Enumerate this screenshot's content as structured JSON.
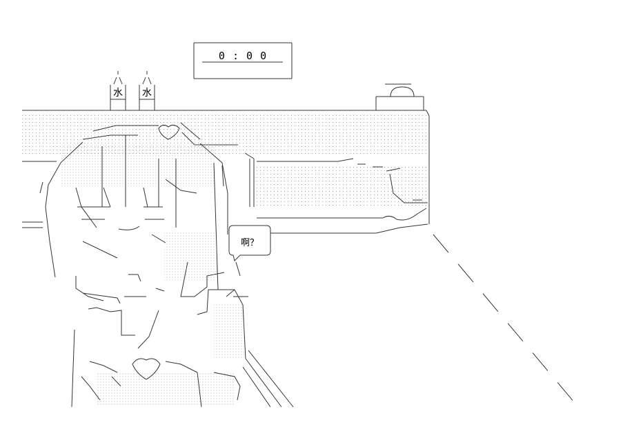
{
  "clock": {
    "time": "0 : 0 0"
  },
  "bottles": [
    {
      "label": "水"
    },
    {
      "label": "水"
    }
  ],
  "speech": {
    "text": "啊？"
  },
  "colors": {
    "line": "#333333",
    "dots": "#8a8a8a",
    "background": "#ffffff"
  }
}
